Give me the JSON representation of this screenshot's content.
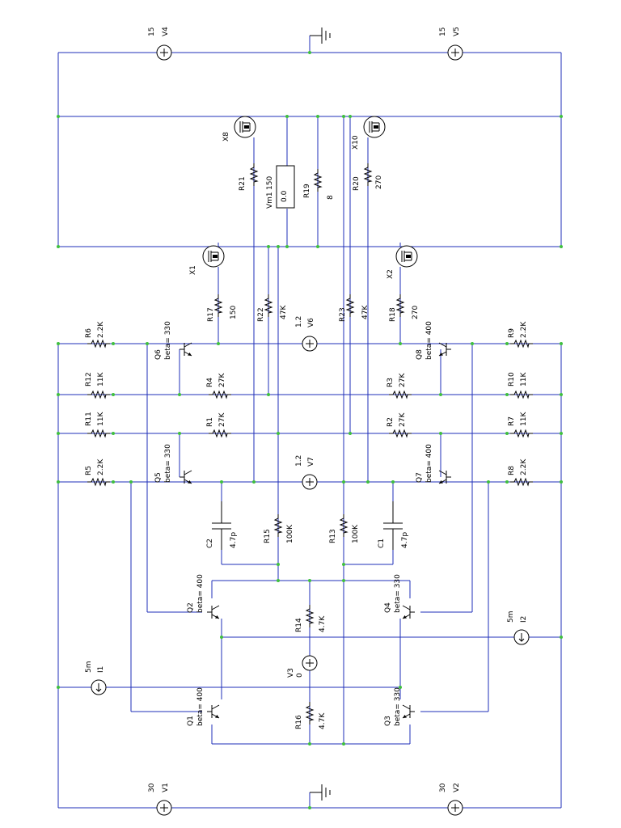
{
  "sources": {
    "V4": {
      "name": "V4",
      "value": "15"
    },
    "V5": {
      "name": "V5",
      "value": "15"
    },
    "V1": {
      "name": "V1",
      "value": "30"
    },
    "V2": {
      "name": "V2",
      "value": "30"
    },
    "V6": {
      "name": "V6",
      "value": "1.2"
    },
    "V7": {
      "name": "V7",
      "value": "1.2"
    },
    "V3": {
      "name": "V3",
      "value": "0"
    },
    "I1": {
      "name": "I1",
      "value": "5m"
    },
    "I2": {
      "name": "I2",
      "value": "5m"
    }
  },
  "resistors": {
    "R21": {
      "name": "R21",
      "value": ""
    },
    "R19": {
      "name": "R19",
      "value": "8"
    },
    "R20": {
      "name": "R20",
      "value": "270"
    },
    "R17": {
      "name": "R17",
      "value": "150"
    },
    "R22": {
      "name": "R22",
      "value": "47K"
    },
    "R23": {
      "name": "R23",
      "value": "47K"
    },
    "R18": {
      "name": "R18",
      "value": "270"
    },
    "R6": {
      "name": "R6",
      "value": "2.2K"
    },
    "R12": {
      "name": "R12",
      "value": "11K"
    },
    "R11": {
      "name": "R11",
      "value": "11K"
    },
    "R5": {
      "name": "R5",
      "value": "2.2K"
    },
    "R4": {
      "name": "R4",
      "value": "27K"
    },
    "R1": {
      "name": "R1",
      "value": "27K"
    },
    "R3": {
      "name": "R3",
      "value": "27K"
    },
    "R2": {
      "name": "R2",
      "value": "27K"
    },
    "R9": {
      "name": "R9",
      "value": "2.2K"
    },
    "R10": {
      "name": "R10",
      "value": "11K"
    },
    "R7": {
      "name": "R7",
      "value": "11K"
    },
    "R8": {
      "name": "R8",
      "value": "2.2K"
    },
    "R15": {
      "name": "R15",
      "value": "100K"
    },
    "R13": {
      "name": "R13",
      "value": "100K"
    },
    "R14": {
      "name": "R14",
      "value": "4.7K"
    },
    "R16": {
      "name": "R16",
      "value": "4.7K"
    }
  },
  "capacitors": {
    "C2": {
      "name": "C2",
      "value": "4.7p"
    },
    "C1": {
      "name": "C1",
      "value": "4.7p"
    }
  },
  "transistors": {
    "Q6": {
      "name": "Q6",
      "beta": "beta= 330"
    },
    "Q5": {
      "name": "Q5",
      "beta": "beta= 330"
    },
    "Q8": {
      "name": "Q8",
      "beta": "beta= 400"
    },
    "Q7": {
      "name": "Q7",
      "beta": "beta= 400"
    },
    "Q2": {
      "name": "Q2",
      "beta": "beta= 400"
    },
    "Q4": {
      "name": "Q4",
      "beta": "beta= 330"
    },
    "Q1": {
      "name": "Q1",
      "beta": "beta= 400"
    },
    "Q3": {
      "name": "Q3",
      "beta": "beta= 330"
    }
  },
  "mosfets": {
    "X8": {
      "name": "X8"
    },
    "X10": {
      "name": "X10"
    },
    "X1": {
      "name": "X1"
    },
    "X2": {
      "name": "X2"
    }
  },
  "meter": {
    "label": "Vm1",
    "value": "150",
    "reading": "0.0"
  }
}
